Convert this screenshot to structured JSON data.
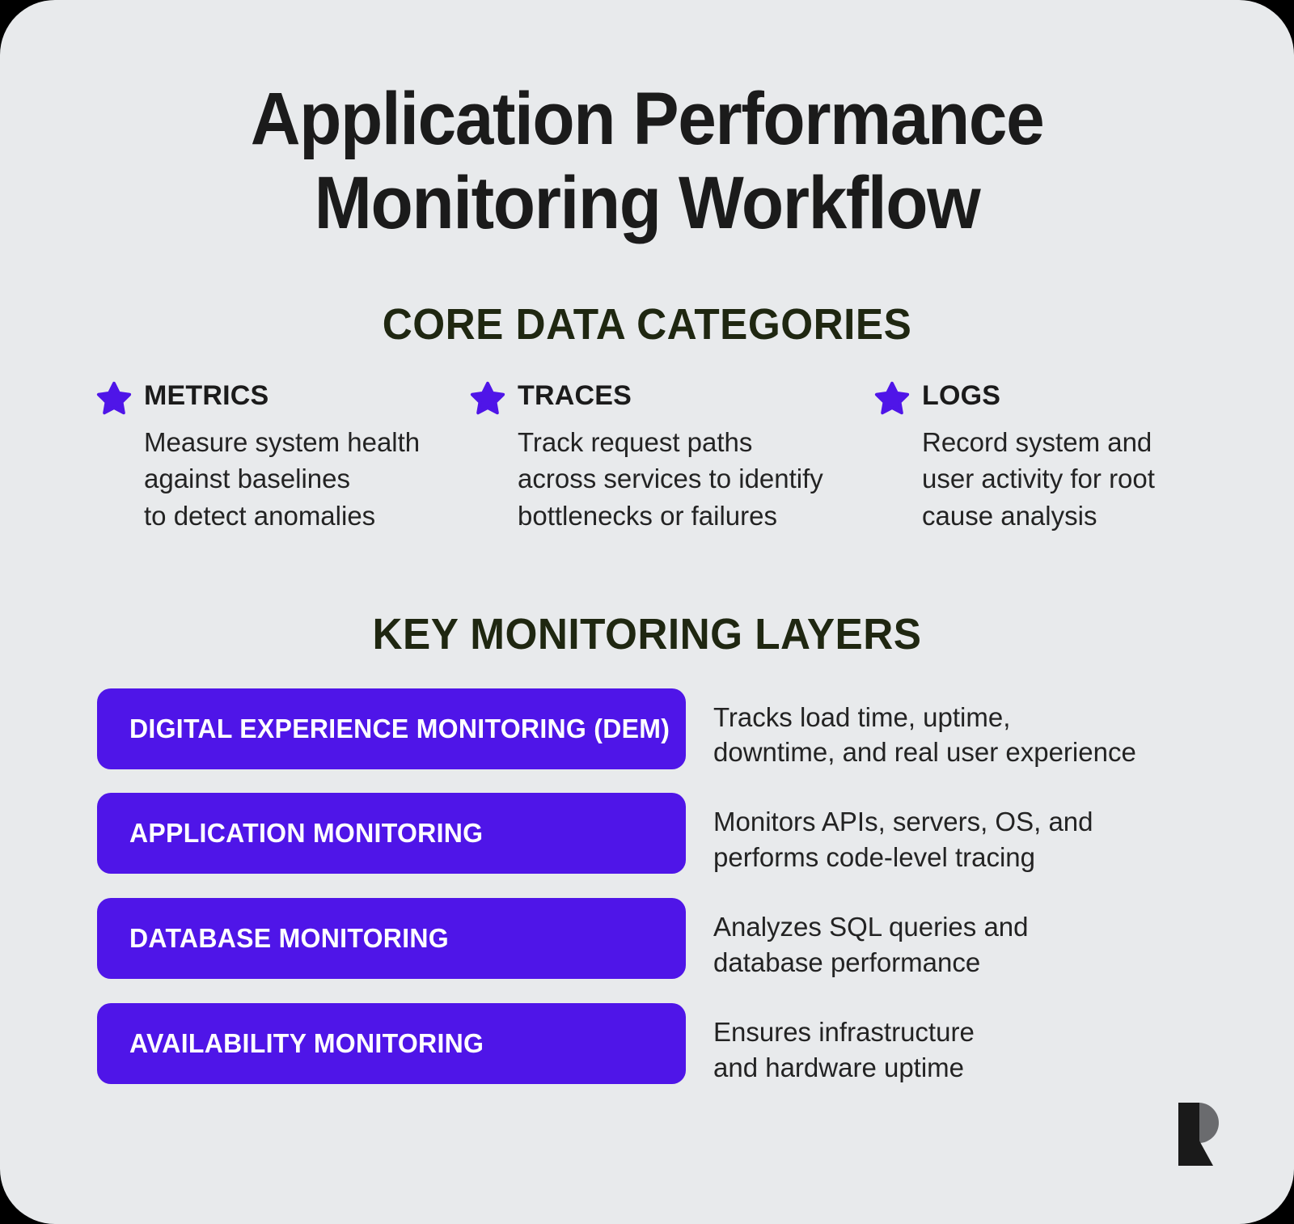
{
  "colors": {
    "background": "#000000",
    "card": "#e8eaec",
    "accent_purple": "#4f15e8",
    "heading_green": "#1f2711",
    "title_text": "#1b1b1b",
    "body_text": "#232323",
    "pill_text": "#ffffff",
    "logo_dark": "#1a1a1a",
    "logo_gray": "#6a6b6e"
  },
  "title": "Application Performance Monitoring Workflow",
  "core_section": {
    "heading": "CORE DATA CATEGORIES",
    "items": [
      {
        "icon": "star-icon",
        "label": "METRICS",
        "description": "Measure system health\nagainst baselines\nto detect anomalies"
      },
      {
        "icon": "star-icon",
        "label": "TRACES",
        "description": "Track request paths\nacross services to identify\nbottlenecks or failures"
      },
      {
        "icon": "star-icon",
        "label": "LOGS",
        "description": "Record system and\nuser activity for root\ncause analysis"
      }
    ]
  },
  "layers_section": {
    "heading": "KEY MONITORING LAYERS",
    "items": [
      {
        "label": "DIGITAL EXPERIENCE MONITORING (DEM)",
        "description": "Tracks load time, uptime,\ndowntime, and real user experience"
      },
      {
        "label": "APPLICATION MONITORING",
        "description": "Monitors APIs, servers, OS, and\nperforms code-level tracing"
      },
      {
        "label": "DATABASE MONITORING",
        "description": "Analyzes SQL queries and\ndatabase performance"
      },
      {
        "label": "AVAILABILITY MONITORING",
        "description": "Ensures infrastructure\nand hardware uptime"
      }
    ]
  },
  "logo": {
    "name": "brand-logo-r"
  }
}
